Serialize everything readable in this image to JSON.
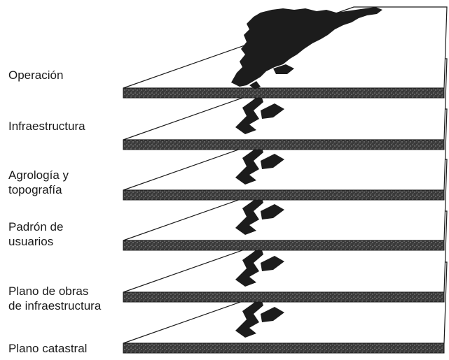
{
  "diagram": {
    "layers": [
      {
        "label": "Operación"
      },
      {
        "label": "Infraestructura"
      },
      {
        "label": "Agrología y\ntopografía"
      },
      {
        "label": "Padrón de\nusuarios"
      },
      {
        "label": "Plano de obras\nde infraestructura"
      },
      {
        "label": "Plano catastral"
      }
    ],
    "colors": {
      "slab_top": "#ffffff",
      "slab_edge": "#2b2b2b",
      "map_fill": "#1c1c1c",
      "text": "#1a1a1a"
    }
  }
}
